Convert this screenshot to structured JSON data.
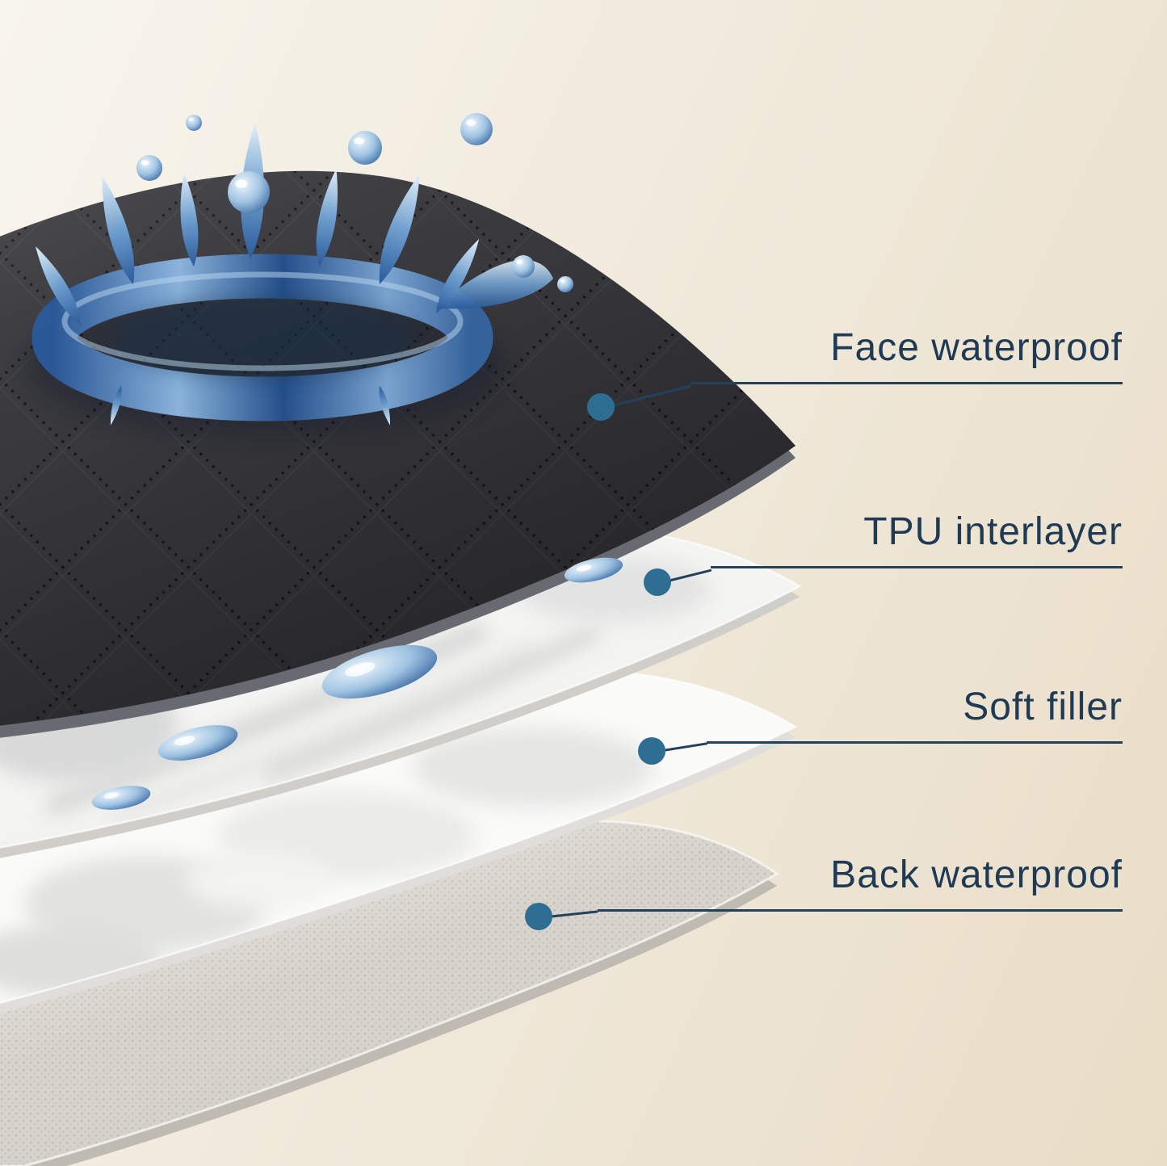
{
  "diagram": {
    "type": "layered-product-structure",
    "layers": [
      {
        "key": "face-waterproof",
        "label": "Face waterproof"
      },
      {
        "key": "tpu-interlayer",
        "label": "TPU interlayer"
      },
      {
        "key": "soft-filler",
        "label": "Soft filler"
      },
      {
        "key": "back-waterproof",
        "label": "Back waterproof"
      }
    ]
  },
  "colors": {
    "label-color": "#1e3a55",
    "line-color": "#24415c",
    "dot-color": "#2e6e92",
    "face-layer-color": "#3a3a3f",
    "water-blue": "#2f5f9f",
    "bg-start": "#f8f5ee",
    "bg-end": "#e9ddc7"
  }
}
